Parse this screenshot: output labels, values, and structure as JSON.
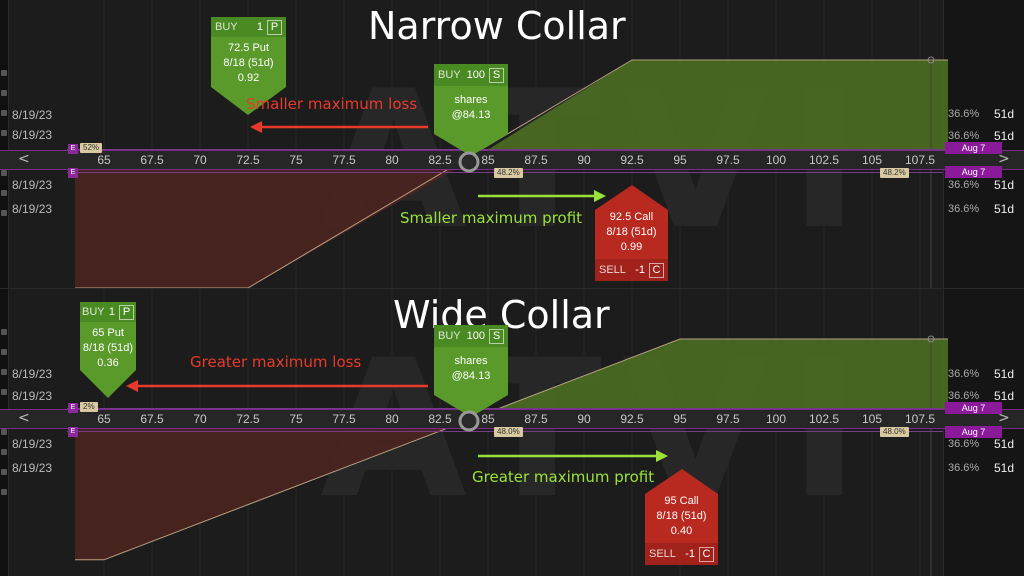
{
  "colors": {
    "profit_fill": "#4a6e22",
    "loss_fill": "#4e2420",
    "green_card": "#5a9a2a",
    "red_card": "#b8291f",
    "accent_purple": "#8a1a9a",
    "annot_red": "#e83a2a",
    "annot_green": "#9ae23a"
  },
  "watermark": "ATVI",
  "price_ticks": [
    "65",
    "67.5",
    "70",
    "72.5",
    "75",
    "77.5",
    "80",
    "82.5",
    "85",
    "87.5",
    "90",
    "92.5",
    "95",
    "97.5",
    "100",
    "102.5",
    "105",
    "107.5"
  ],
  "nav": {
    "left": "<",
    "right": ">"
  },
  "e_label": "E",
  "panels": [
    {
      "title": "Narrow Collar",
      "dates": [
        "8/19/23",
        "8/19/23",
        "8/19/23",
        "8/19/23"
      ],
      "iv": [
        "36.6%",
        "36.6%",
        "36.6%",
        "36.6%"
      ],
      "days": [
        "51d",
        "51d",
        "51d",
        "51d"
      ],
      "aug_tags": [
        "Aug 7",
        "Aug 7"
      ],
      "iv_tag_left": "48.2%",
      "iv_tag_right": "48.2%",
      "iv_tag_small": "52%",
      "put_strike": 72.5,
      "call_strike": 92.5,
      "put_card": {
        "side": "BUY",
        "qty": "1",
        "type": "P",
        "line1": "72.5 Put",
        "line2": "8/18 (51d)",
        "line3": "0.92"
      },
      "shares_card": {
        "side": "BUY",
        "qty": "100",
        "type": "S",
        "line1": "shares",
        "line2": "@84.13"
      },
      "call_card": {
        "side": "SELL",
        "qty": "-1",
        "type": "C",
        "line1": "92.5 Call",
        "line2": "8/18 (51d)",
        "line3": "0.99"
      },
      "loss_annot": "Smaller maximum loss",
      "profit_annot": "Smaller maximum profit"
    },
    {
      "title": "Wide Collar",
      "dates": [
        "8/19/23",
        "8/19/23",
        "8/19/23",
        "8/19/23"
      ],
      "iv": [
        "36.6%",
        "36.6%",
        "36.6%",
        "36.6%"
      ],
      "days": [
        "51d",
        "51d",
        "51d",
        "51d"
      ],
      "aug_tags": [
        "Aug 7",
        "Aug 7"
      ],
      "iv_tag_left": "48.0%",
      "iv_tag_right": "48.0%",
      "iv_tag_small": "2%",
      "put_strike": 65,
      "call_strike": 95,
      "put_card": {
        "side": "BUY",
        "qty": "1",
        "type": "P",
        "line1": "65 Put",
        "line2": "8/18 (51d)",
        "line3": "0.36"
      },
      "shares_card": {
        "side": "BUY",
        "qty": "100",
        "type": "S",
        "line1": "shares",
        "line2": "@84.13"
      },
      "call_card": {
        "side": "SELL",
        "qty": "-1",
        "type": "C",
        "line1": "95 Call",
        "line2": "8/18 (51d)",
        "line3": "0.40"
      },
      "loss_annot": "Greater maximum loss",
      "profit_annot": "Greater maximum profit"
    }
  ]
}
